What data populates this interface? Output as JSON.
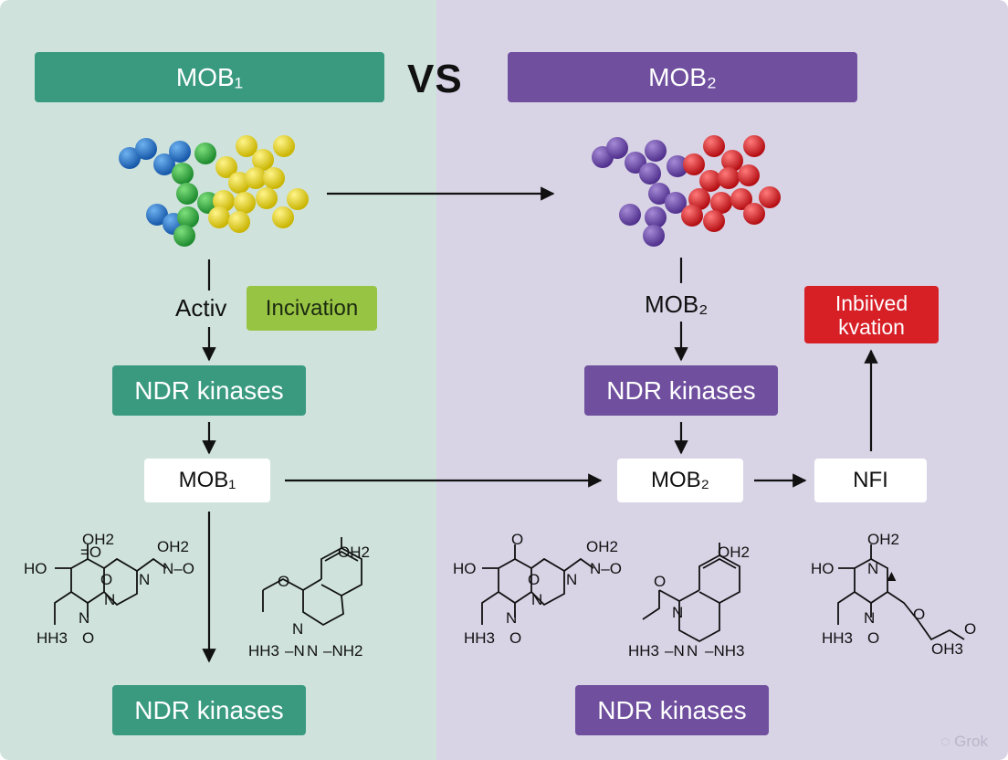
{
  "header": {
    "left_title": "MOB₁",
    "vs": "VS",
    "right_title": "MOB₂"
  },
  "left": {
    "activ_label": "Activ",
    "incivation_label": "Incivation",
    "ndr_top": "NDR kinases",
    "mob1_box": "MOB₁",
    "ndr_bottom": "NDR kinases"
  },
  "right": {
    "mob2_label": "MOB₂",
    "ndr_top": "NDR kinases",
    "mob2_box": "MOB₂",
    "nfi_box": "NFI",
    "inhibited_line1": "Inbiived",
    "inhibited_line2": "kvation",
    "ndr_bottom": "NDR kinases"
  },
  "watermark": "Grok",
  "colors": {
    "green": "#3a9a80",
    "purple": "#6f4f9e",
    "lime": "#98c443",
    "red": "#d71f26",
    "left_bg": "#cfe3dc",
    "right_bg": "#d8d4e6"
  }
}
